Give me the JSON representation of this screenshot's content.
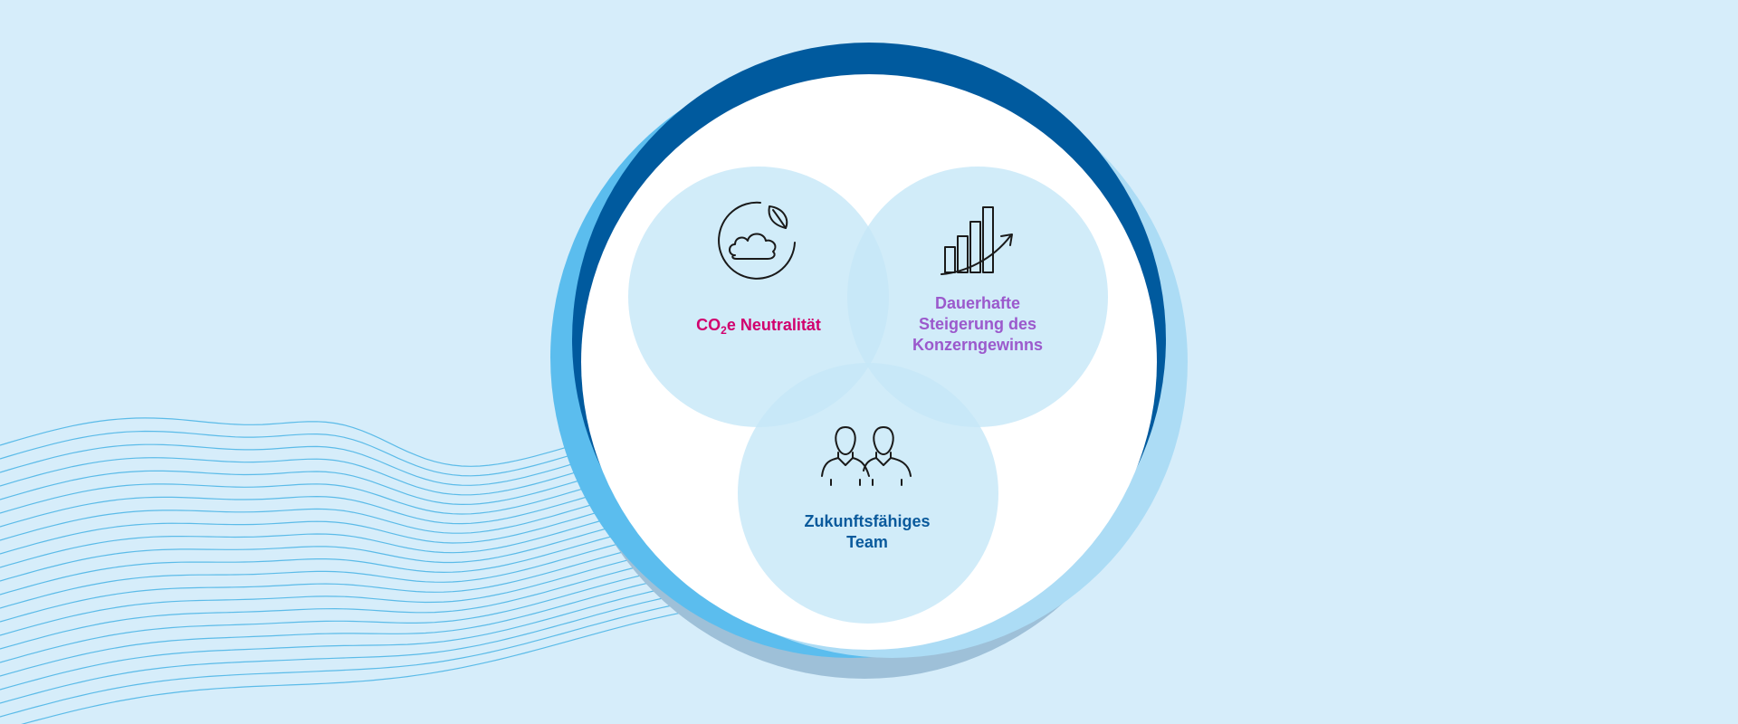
{
  "diagram": {
    "colors": {
      "background": "#d6edfa",
      "ring_dark_blue": "#005a9e",
      "ring_medium_blue": "#5bbdee",
      "ring_light_blue": "#acdcf5",
      "ring_grey_blue": "#9ec0d8",
      "inner_white": "#ffffff",
      "venn_circle": "#d0ebf8",
      "wave_lines": "#5bbbe8",
      "icon_stroke": "#1a1a1a"
    },
    "items": [
      {
        "id": "co2",
        "label_main": "CO",
        "label_sub": "2",
        "label_rest": "e Neutralität",
        "color": "#d1006e",
        "icon": "cloud-leaf-cycle-icon"
      },
      {
        "id": "profit",
        "label_lines": [
          "Dauerhafte",
          "Steigerung des",
          "Konzerngewinns"
        ],
        "color": "#9b59cc",
        "icon": "bar-chart-growth-icon"
      },
      {
        "id": "team",
        "label_lines": [
          "Zukunftsfähiges",
          "Team"
        ],
        "color": "#0a5a9c",
        "icon": "two-people-icon"
      }
    ]
  }
}
